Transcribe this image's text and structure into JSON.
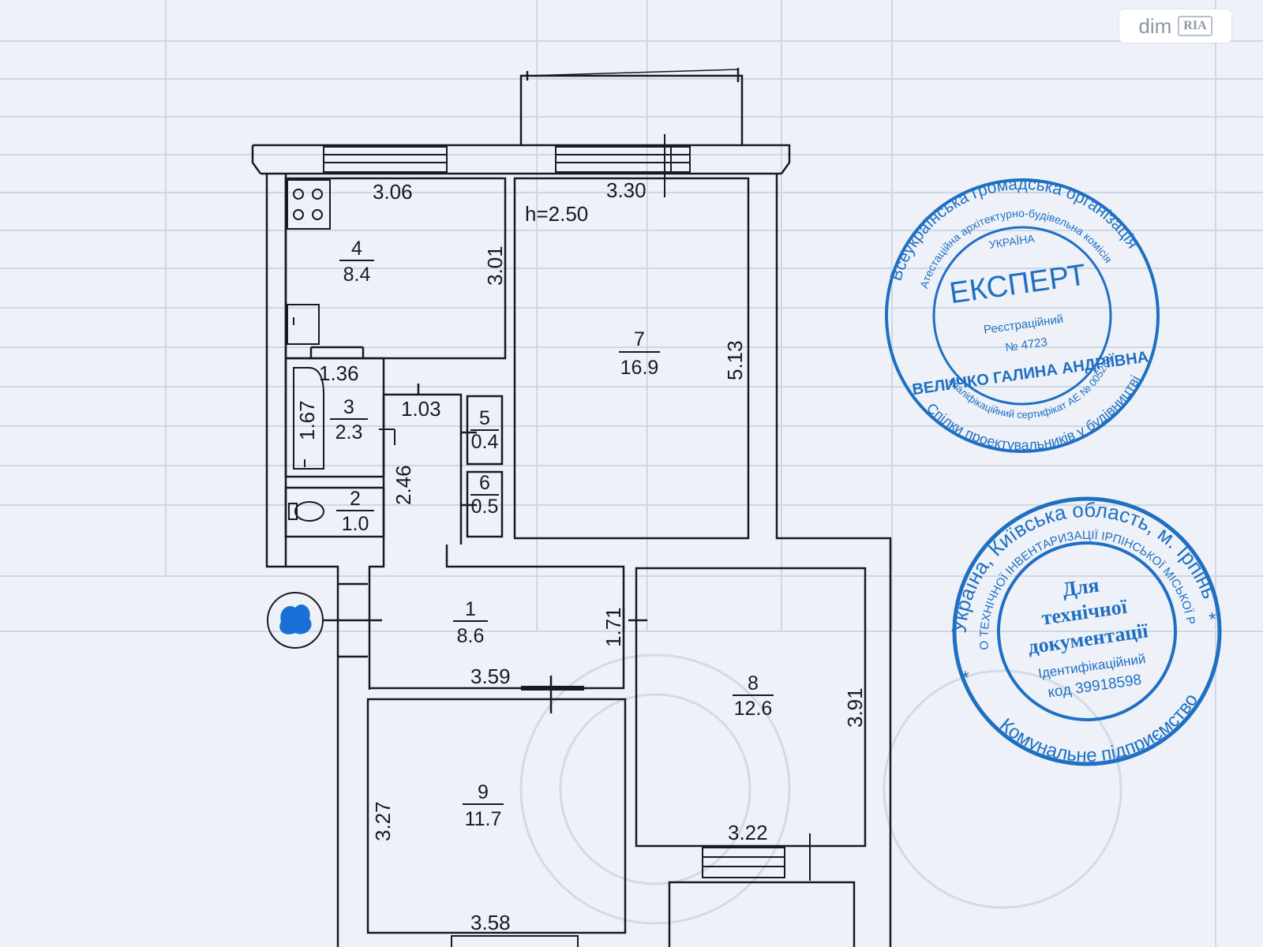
{
  "plan": {
    "height_label": "h=2.50",
    "rooms": [
      {
        "id": "r1",
        "number": "1",
        "area": "8.6"
      },
      {
        "id": "r2",
        "number": "2",
        "area": "1.0"
      },
      {
        "id": "r3",
        "number": "3",
        "area": "2.3"
      },
      {
        "id": "r4",
        "number": "4",
        "area": "8.4"
      },
      {
        "id": "r5",
        "number": "5",
        "area": "0.4"
      },
      {
        "id": "r6",
        "number": "6",
        "area": "0.5"
      },
      {
        "id": "r7",
        "number": "7",
        "area": "16.9"
      },
      {
        "id": "r8",
        "number": "8",
        "area": "12.6"
      },
      {
        "id": "r9",
        "number": "9",
        "area": "11.7"
      }
    ],
    "dimensions": [
      "3.06",
      "3.30",
      "3.01",
      "5.13",
      "1.36",
      "1.67",
      "1.03",
      "2.46",
      "1.71",
      "3.59",
      "3.91",
      "3.27",
      "3.22",
      "3.58"
    ]
  },
  "stamp_expert": {
    "ring_top": "Всеукраїнська громадська організація",
    "ring_inner": "Атестаційна архітектурно-будівельна комісія",
    "country": "УКРАЇНА",
    "title": "ЕКСПЕРТ",
    "reg_label": "Реєстраційний",
    "reg_number": "№ 4723",
    "name": "ВЕЛИЧКО ГАЛИНА АНДРІЇВНА",
    "ring_bottom": "Спілки проектувальників у будівництві",
    "certificate": "Кваліфікаційний сертифікат АЕ № 005288"
  },
  "stamp_bti": {
    "ring_top": "Україна, Київська область, м. Ірпінь",
    "ring_inner": "БЮРО ТЕХНІЧНОЇ ІНВЕНТАРИЗАЦІЇ ІРПІНСЬКОЇ МІСЬКОЇ РАДИ",
    "ring_bottom": "Комунальне підприємство",
    "line1": "Для",
    "line2": "технічної",
    "line3": "документації",
    "id_label": "Ідентифікаційний",
    "id_code": "код 39918598"
  },
  "watermark": {
    "brand": "dim",
    "badge": "RIA"
  },
  "colors": {
    "stamp": "#1f6fc2",
    "line": "#151a24",
    "paper": "#eef2f8",
    "marker": "#1a6fd6"
  }
}
